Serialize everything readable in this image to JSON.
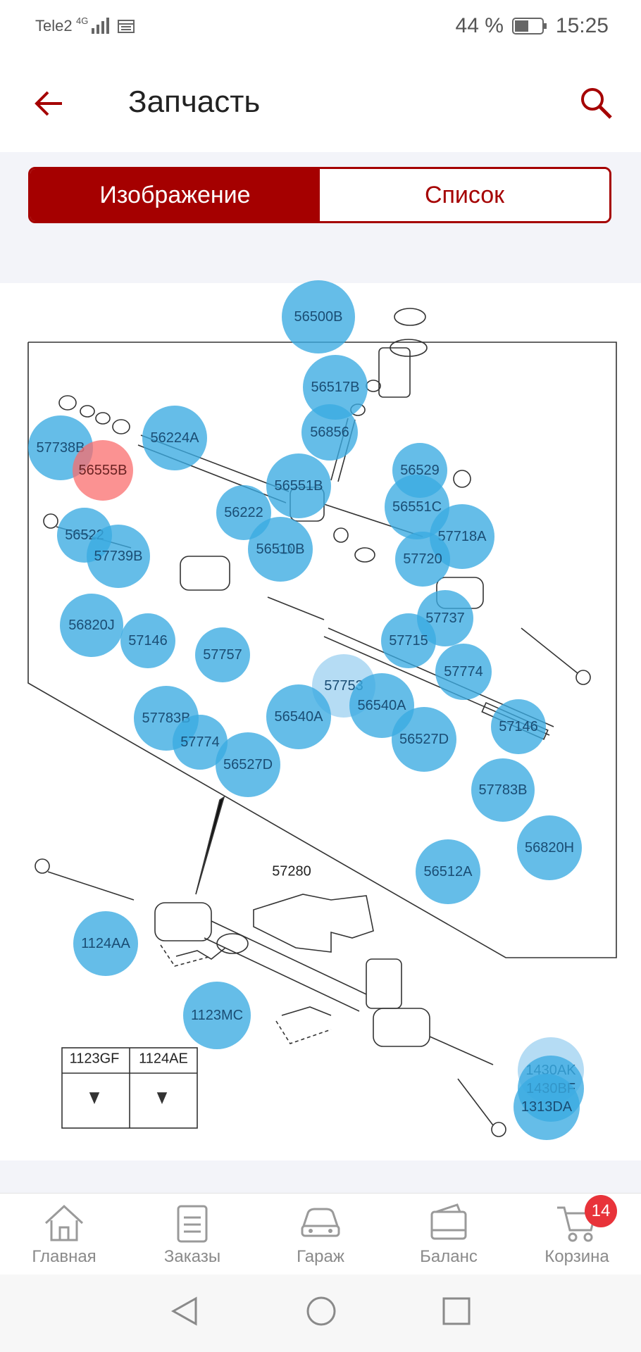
{
  "status_bar": {
    "carrier": "Tele2",
    "network": "4G",
    "battery": "44 %",
    "time": "15:25"
  },
  "header": {
    "title": "Запчасть",
    "back_icon": "arrow-left-icon",
    "search_icon": "search-icon",
    "accent": "#a50000"
  },
  "tabs": [
    {
      "label": "Изображение",
      "active": true
    },
    {
      "label": "Список",
      "active": false
    }
  ],
  "hotspots": [
    "56500B",
    "56517B",
    "56856",
    "56224A",
    "57738B",
    "56555B",
    "56551B",
    "56529",
    "56551C",
    "56222",
    "56522",
    "57739B",
    "56510B",
    "57718A",
    "57720",
    "57737",
    "57715",
    "56820J",
    "57146",
    "57757",
    "57753",
    "57774",
    "57783B",
    "56540A",
    "56540A",
    "57774",
    "56527D",
    "56527D",
    "57146",
    "57783B",
    "56820H",
    "56512A",
    "1124AA",
    "1123MC",
    "1430AK",
    "1430BF",
    "1313DA"
  ],
  "selected_hotspot": "56555B",
  "diagram_labels": {
    "assembly": "57280",
    "table_col_1": "1123GF",
    "table_col_2": "1124AE"
  },
  "nav": [
    {
      "label": "Главная",
      "icon": "home-icon"
    },
    {
      "label": "Заказы",
      "icon": "orders-icon"
    },
    {
      "label": "Гараж",
      "icon": "car-icon"
    },
    {
      "label": "Баланс",
      "icon": "wallet-icon"
    },
    {
      "label": "Корзина",
      "icon": "cart-icon",
      "badge": "14"
    }
  ]
}
